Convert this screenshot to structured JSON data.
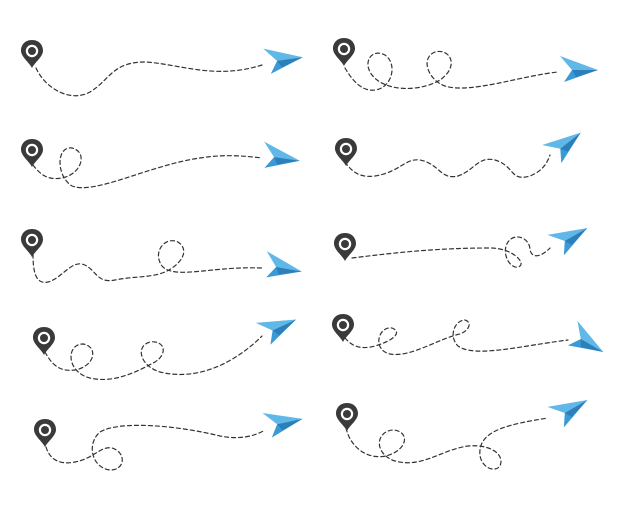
{
  "colors": {
    "background": "#ffffff",
    "pin": "#3a3a3a",
    "route_line": "#333333",
    "plane_light": "#5fb8e8",
    "plane_mid": "#3a9ad6",
    "plane_dark": "#2c7fb8"
  },
  "icons": {
    "pin": "location-pin-icon",
    "plane": "paper-plane-icon"
  },
  "routes": [
    {
      "name": "route-1",
      "style": "gentle curve"
    },
    {
      "name": "route-2",
      "style": "double loop"
    },
    {
      "name": "route-3",
      "style": "single loop then curve"
    },
    {
      "name": "route-4",
      "style": "wavy"
    },
    {
      "name": "route-5",
      "style": "wave with loop"
    },
    {
      "name": "route-6",
      "style": "straight with loop"
    },
    {
      "name": "route-7",
      "style": "double loop rising"
    },
    {
      "name": "route-8",
      "style": "double loop"
    },
    {
      "name": "route-9",
      "style": "loop then rising"
    },
    {
      "name": "route-10",
      "style": "double loop rising"
    }
  ]
}
